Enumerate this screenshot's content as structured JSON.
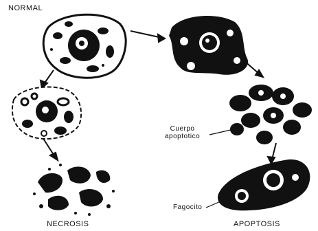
{
  "labels": {
    "normal": "NORMAL",
    "necrosis": "NECROSIS",
    "apoptosis": "APOPTOSIS",
    "cuerpo_line1": "Cuerpo",
    "cuerpo_line2": "apoptotico",
    "fagocito": "Fagocito"
  },
  "colors": {
    "ink": "#111111",
    "paper": "#ffffff"
  }
}
